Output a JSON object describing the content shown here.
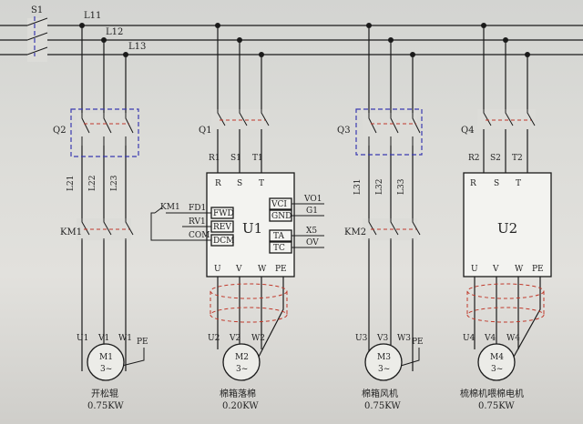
{
  "bus": {
    "switch": "S1",
    "l11": "L11",
    "l12": "L12",
    "l13": "L13"
  },
  "m1": {
    "breaker": "Q2",
    "wires": [
      "L21",
      "L22",
      "L23"
    ],
    "contactor": "KM1",
    "terms": [
      "U1",
      "V1",
      "W1"
    ],
    "pe": "PE",
    "motor": "M1",
    "motor_sub": "3~",
    "name": "开松辊",
    "power": "0.75KW"
  },
  "m2": {
    "breaker": "Q1",
    "in_terms": [
      "R1",
      "S1",
      "T1"
    ],
    "unit": "U1",
    "top": [
      "R",
      "S",
      "T"
    ],
    "left_ctrl": [
      "FWD",
      "REV",
      "DCM"
    ],
    "left_ext": [
      "KM1",
      "RV1",
      "COM"
    ],
    "fd1": "FD1",
    "right_ctrl": [
      "VCI",
      "GND",
      "TA",
      "TC"
    ],
    "right_ext": [
      "VO1",
      "G1",
      "X5",
      "OV"
    ],
    "bottom": [
      "U",
      "V",
      "W",
      "PE"
    ],
    "terms": [
      "U2",
      "V2",
      "W2"
    ],
    "motor": "M2",
    "motor_sub": "3~",
    "name": "棉箱落棉",
    "power": "0.20KW"
  },
  "m3": {
    "breaker": "Q3",
    "wires": [
      "L31",
      "L32",
      "L33"
    ],
    "contactor": "KM2",
    "terms": [
      "U3",
      "V3",
      "W3"
    ],
    "pe": "PE",
    "motor": "M3",
    "motor_sub": "3~",
    "name": "棉箱风机",
    "power": "0.75KW"
  },
  "m4": {
    "breaker": "Q4",
    "in_terms": [
      "R2",
      "S2",
      "T2"
    ],
    "unit": "U2",
    "top": [
      "R",
      "S",
      "T"
    ],
    "bottom": [
      "U",
      "V",
      "W",
      "PE"
    ],
    "terms": [
      "U4",
      "V4",
      "W4"
    ],
    "motor": "M4",
    "motor_sub": "3~",
    "name": "梳棉机喂棉电机",
    "power": "0.75KW"
  }
}
